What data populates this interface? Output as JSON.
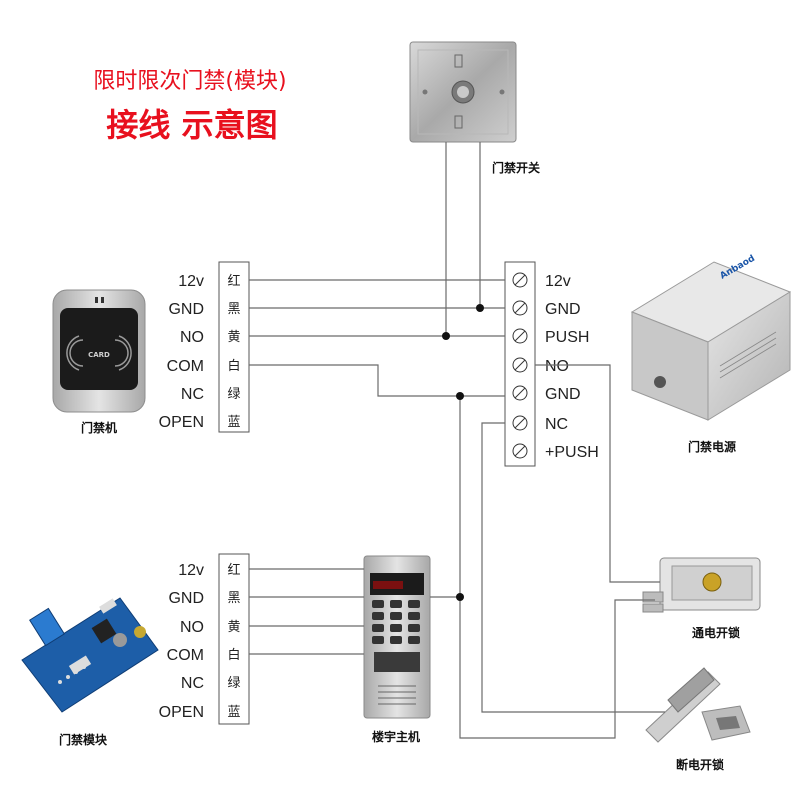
{
  "title": {
    "line1": "限时限次门禁(模块)",
    "line2": "接线 示意图",
    "color": "#e8101e"
  },
  "exit_switch": {
    "caption": "门禁开关"
  },
  "card_reader": {
    "caption": "门禁机",
    "card_text": "CARD"
  },
  "access_module": {
    "caption": "门禁模块"
  },
  "intercom": {
    "caption": "楼宇主机"
  },
  "power_supply": {
    "caption": "门禁电源",
    "brand": "Anbaod"
  },
  "fail_secure_lock": {
    "caption": "通电开锁"
  },
  "fail_safe_lock": {
    "caption": "断电开锁"
  },
  "top_block": {
    "signals": [
      "12v",
      "GND",
      "NO",
      "COM",
      "NC",
      "OPEN"
    ],
    "colors": [
      "红",
      "黑",
      "黄",
      "白",
      "绿",
      "蓝"
    ]
  },
  "bottom_block": {
    "signals": [
      "12v",
      "GND",
      "NO",
      "COM",
      "NC",
      "OPEN"
    ],
    "colors": [
      "红",
      "黑",
      "黄",
      "白",
      "绿",
      "蓝"
    ]
  },
  "power_terminals": [
    "12v",
    "GND",
    "PUSH",
    "NO",
    "GND",
    "NC",
    "+PUSH"
  ]
}
